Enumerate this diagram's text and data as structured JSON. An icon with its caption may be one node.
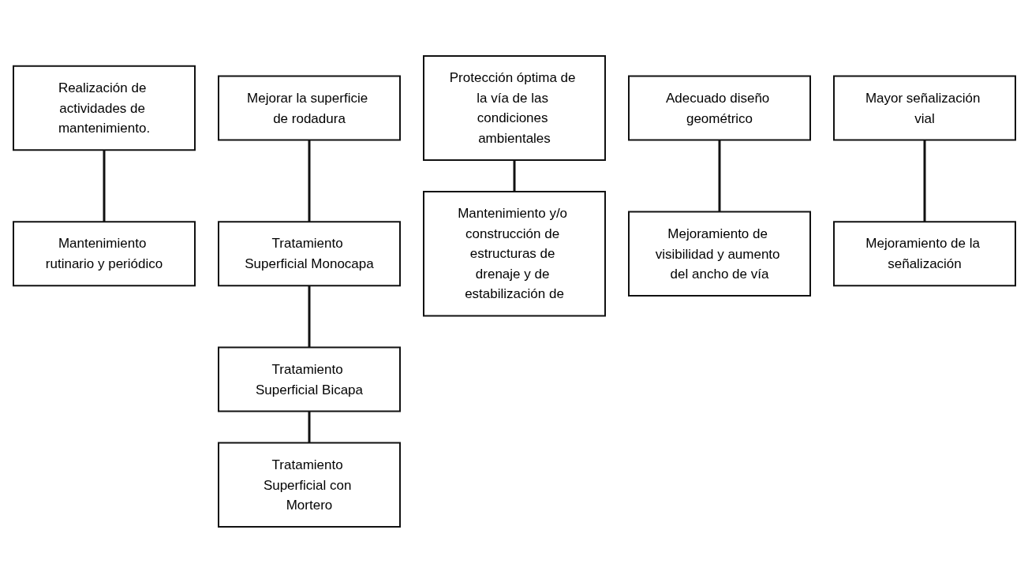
{
  "diagram": {
    "nodes": [
      {
        "text": [
          "Realización de actividades de mantenimiento."
        ]
      },
      {
        "text": [
          "Mejorar la superficie de rodadura"
        ]
      },
      {
        "text": [
          "Protección óptima de la vía de las condiciones ambientales"
        ]
      },
      {
        "text": [
          "Adecuado diseño geométrico"
        ]
      },
      {
        "text": [
          "Mayor señalización vial"
        ]
      },
      {
        "text": [
          "Mantenimiento rutinario y periódico"
        ]
      },
      {
        "text": [
          "Tratamiento Superficial Monocapa"
        ]
      },
      {
        "text": [
          "Mantenimiento y/o construcción de estructuras de drenaje y de estabilización de"
        ]
      },
      {
        "text": [
          "Mejoramiento de visibilidad y aumento del ancho de vía"
        ]
      },
      {
        "text": [
          "Mejoramiento de la señalización"
        ]
      },
      {
        "text": [
          "Tratamiento Superficial Bicapa"
        ]
      },
      {
        "text": [
          "Tratamiento Superficial con Mortero"
        ]
      }
    ],
    "edges": [
      {
        "from": 0,
        "to": 5,
        "arrow": "none"
      },
      {
        "from": 1,
        "to": 6,
        "arrow": "none"
      },
      {
        "from": 6,
        "to": 10,
        "arrow": "none"
      },
      {
        "from": 10,
        "to": 11,
        "arrow": "none"
      },
      {
        "from": 2,
        "to": 7,
        "arrow": "none"
      },
      {
        "from": 3,
        "to": 8,
        "arrow": "none"
      },
      {
        "from": 4,
        "to": 9,
        "arrow": "none"
      }
    ]
  }
}
